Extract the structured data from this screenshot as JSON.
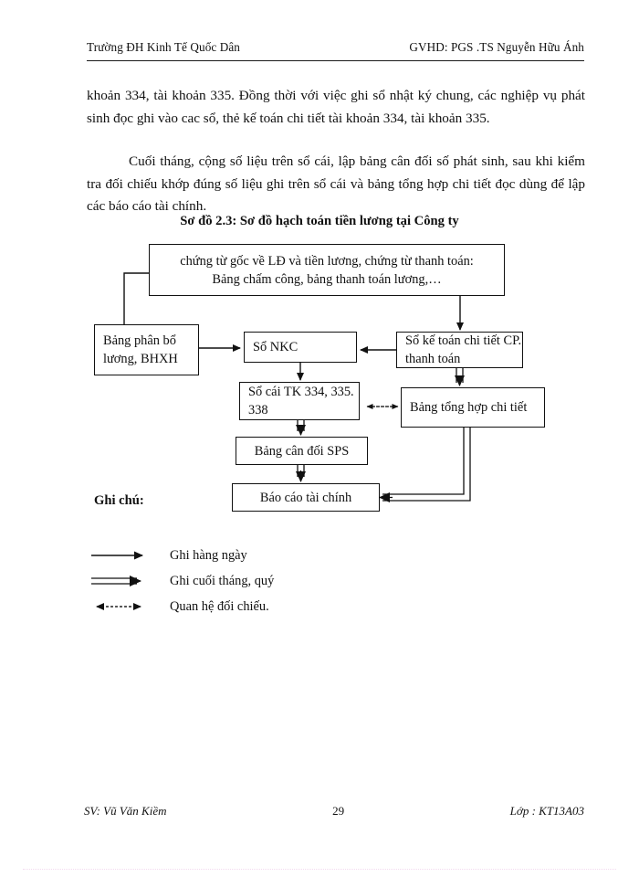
{
  "header": {
    "left": "Trường ĐH Kinh Tế Quốc Dân",
    "right": "GVHD: PGS .TS Nguyễn Hữu Ánh"
  },
  "body": {
    "paragraph_1": "khoản 334, tài khoản 335. Đồng thời với việc ghi sổ nhật ký chung, các nghiệp vụ phát sinh đọc   ghi vào cac sổ, thẻ kế toán chi tiết tài khoản 334, tài khoản 335.",
    "paragraph_2": "Cuối tháng, cộng số liệu trên sổ cái, lập bảng cân đối số phát sinh, sau khi kiểm tra đối chiếu khớp đúng số liệu ghi trên sổ cái và bảng tổng hợp chi tiết đọc   dùng để lập các báo cáo tài chính."
  },
  "diagram": {
    "title": "Sơ đồ 2.3: Sơ đồ hạch toán tiền lương tại Công ty",
    "nodes": {
      "source": "chứng từ gốc về LĐ và tiền lương, chứng từ thanh toán: Bảng chấm công, bảng thanh toán lương,…",
      "source_line1": "chứng từ gốc về LĐ và tiền lương, chứng từ thanh toán:",
      "source_line2": "Bảng chấm công, bảng thanh toán lương,…",
      "allocation": "Bảng phân bổ lương, BHXH",
      "journal": "Sổ NKC",
      "detail_book": "Sổ kế toán chi tiết CP. thanh toán",
      "ledger": "Sổ cái TK 334, 335. 338",
      "summary": "Bảng tổng hợp chi tiết",
      "trial_balance": "Bảng cân đối SPS",
      "report": "Báo cáo tài chính"
    }
  },
  "legend": {
    "title": "Ghi chú:",
    "items": [
      {
        "glyph": "single-arrow-icon",
        "label": "Ghi hàng ngày"
      },
      {
        "glyph": "double-arrow-icon",
        "label": "Ghi cuối tháng, quý"
      },
      {
        "glyph": "dashed-double-headed-arrow-icon",
        "label": "Quan hệ đối chiếu."
      }
    ]
  },
  "footer": {
    "left": "SV: Vũ Văn Kiềm",
    "page": "29",
    "right": "Lớp : KT13A03"
  },
  "colors": {
    "ink": "#111111",
    "page": "#ffffff",
    "bottom_rule": "#f3d9ef"
  }
}
